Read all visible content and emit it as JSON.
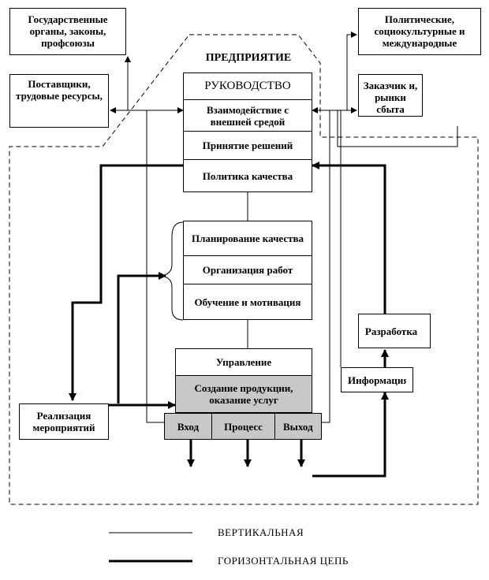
{
  "enterprise_label": "ПРЕДПРИЯТИЕ",
  "external": {
    "state": "Государственные органы, законы, профсоюзы",
    "suppliers": "Поставщики, трудовые ресурсы,",
    "political": "Политические, социокультурные и международные",
    "customers": "Заказчик и, рынки сбыта"
  },
  "management": {
    "header": "РУКОВОДСТВО",
    "items": [
      "Взаимодействие с внешней средой",
      "Принятие решений",
      "Политика качества"
    ]
  },
  "planning": {
    "items": [
      "Планирование качества",
      "Организация работ",
      "Обучение и мотивация"
    ]
  },
  "production": {
    "control": "Управление",
    "creation": "Создание продукции, оказание услуг",
    "flow": [
      "Вход",
      "Процесс",
      "Выход"
    ]
  },
  "side": {
    "development": "Разработка",
    "information": "Информация",
    "implementation": "Реализация мероприятий"
  },
  "legend": {
    "vertical": "ВЕРТИКАЛЬНАЯ",
    "horizontal": "ГОРИЗОНТАЛЬНАЯ ЦЕПЬ"
  }
}
